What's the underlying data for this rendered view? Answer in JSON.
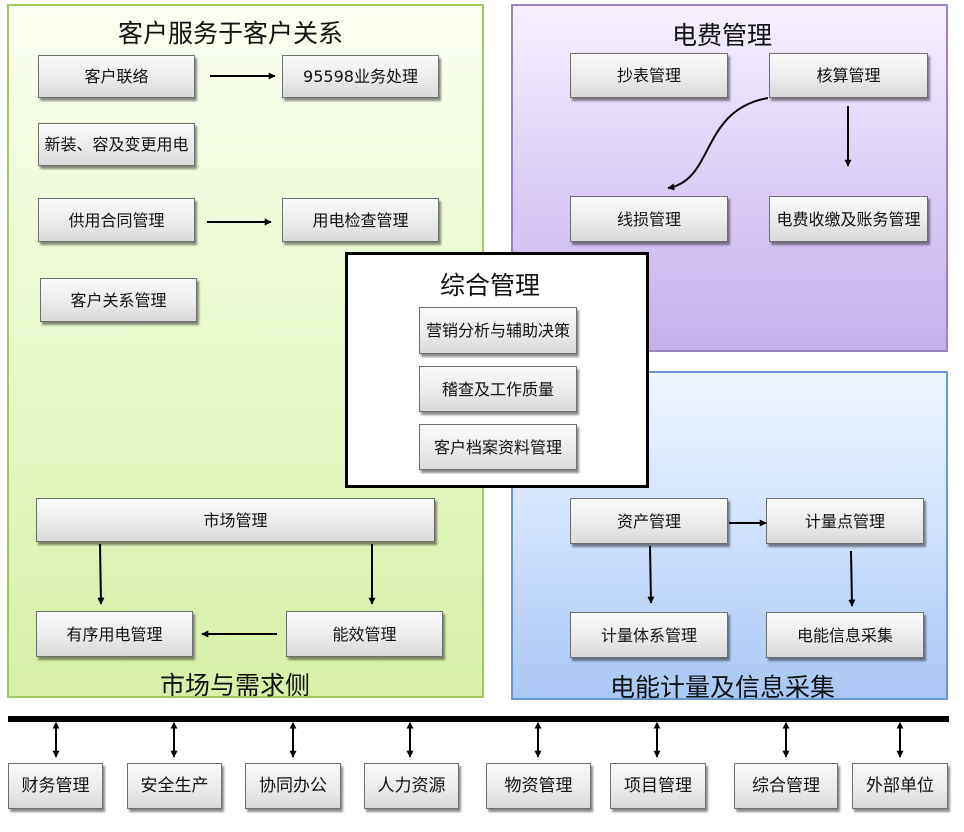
{
  "regions": {
    "customer_service": "客户服务于客户关系",
    "market_demand": "市场与需求侧",
    "billing": "电费管理",
    "metering": "电能计量及信息采集",
    "integrated": "综合管理"
  },
  "customer_service": {
    "contact": "客户联络",
    "hotline": "95598业务处理",
    "new_install": "新装、容及变更用电",
    "contract": "供用合同管理",
    "inspection": "用电检查管理",
    "relationship": "客户关系管理"
  },
  "market": {
    "market_mgmt": "市场管理",
    "orderly": "有序用电管理",
    "efficiency": "能效管理"
  },
  "billing": {
    "meter_reading": "抄表管理",
    "accounting": "核算管理",
    "line_loss": "线损管理",
    "collection": "电费收缴及账务管理"
  },
  "metering": {
    "asset": "资产管理",
    "point": "计量点管理",
    "system": "计量体系管理",
    "info": "电能信息采集"
  },
  "integrated": {
    "analysis": "营销分析与辅助决策",
    "audit": "稽查及工作质量",
    "archive": "客户档案资料管理"
  },
  "external": [
    "财务管理",
    "安全生产",
    "协同办公",
    "人力资源",
    "物资管理",
    "项目管理",
    "综合管理",
    "外部单位"
  ]
}
